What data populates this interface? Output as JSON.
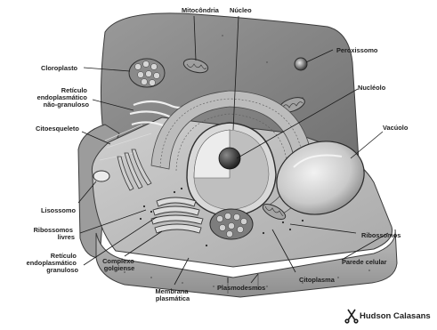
{
  "labels": {
    "mitocondria": "Mitocôndria",
    "nucleo": "Núcleo",
    "peroxissomo": "Peroxissomo",
    "cloroplasto": "Cloroplasto",
    "nucleolo": "Nucléolo",
    "rel": [
      "Retículo",
      "endoplasmático",
      "não-granuloso"
    ],
    "citoesqueleto": "Citoesqueleto",
    "vacuolo": "Vacúolo",
    "lisossomo": "Lisossomo",
    "ribossomos_livres": [
      "Ribossomos",
      "livres"
    ],
    "ribossomos": "Ribossomos",
    "rer": [
      "Retículo",
      "endoplasmático",
      "granuloso"
    ],
    "parede_celular": "Parede celular",
    "complexo_golgiense": [
      "Complexo",
      "golgiense"
    ],
    "citoplasma": "Citoplasma",
    "membrana_plasmatica": [
      "Membrana",
      "plasmática"
    ],
    "plasmodesmos": "Plasmodesmos"
  },
  "credit": "Hudson Calasans",
  "credit_icon": "scissors-icon"
}
